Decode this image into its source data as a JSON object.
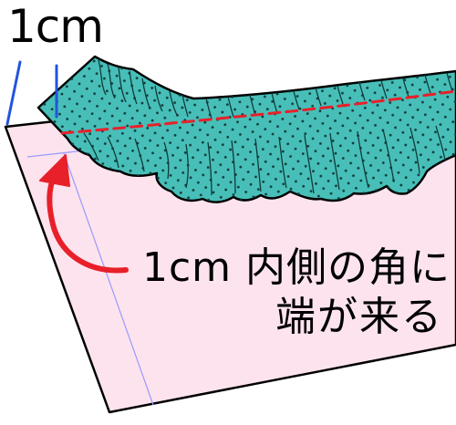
{
  "diagram": {
    "measure_label": "1cm",
    "note_line1": "1cm 内側の角に",
    "note_line2": "端が来る"
  },
  "colors": {
    "fabric_pink": "#fde3ee",
    "ruffle_teal": "#47bfb8",
    "dot_color": "#0f3b3a",
    "stitch_red": "#e8202a",
    "guide_blue": "#2255dd",
    "arrow_red": "#e8202a",
    "outline": "#000000",
    "seam_line": "#9a9aff"
  }
}
